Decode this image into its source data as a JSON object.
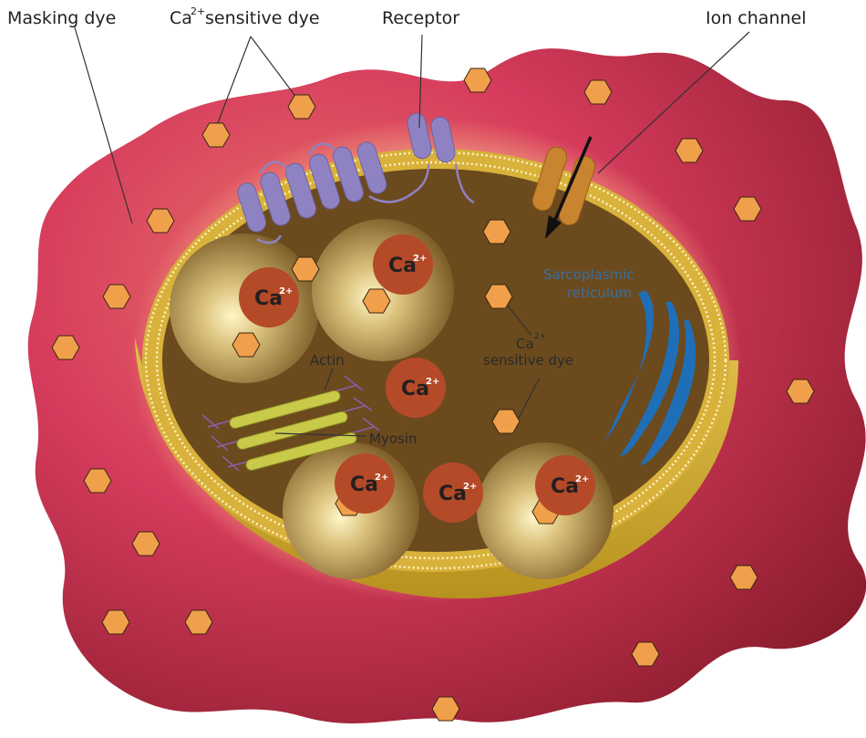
{
  "labels": {
    "masking_dye": "Masking dye",
    "ca_dye_top_base": "Ca",
    "ca_dye_top_sup": "2+",
    "ca_dye_top_rest": " sensitive dye",
    "receptor": "Receptor",
    "ion_channel": "Ion channel",
    "sarco_line1": "Sarcoplasmic",
    "sarco_line2": "reticulum",
    "ca_dye_inner_line1_base": "Ca",
    "ca_dye_inner_line1_sup": "2+",
    "ca_dye_inner_line2": "sensitive dye",
    "actin": "Actin",
    "myosin": "Myosin"
  },
  "ions": {
    "symbol": "Ca",
    "charge": "2+"
  },
  "colors": {
    "outer_medium": "#d63b5c",
    "outer_dark": "#8a1c2c",
    "cell_rim": "#d8b23a",
    "cytoplasm": "#6b4a1e",
    "hexagon": "#f0a04b",
    "ion_disc": "#b54a28",
    "receptor": "#8f82c2",
    "ion_channel": "#c8842e",
    "sarcoplasmic_reticulum": "#1f6fb8",
    "myofilament": "#c9c94a"
  },
  "icons": [
    "hexagon-dye-icon",
    "calcium-ion-icon",
    "receptor-helix-icon",
    "ion-channel-icon",
    "arrow-icon"
  ]
}
